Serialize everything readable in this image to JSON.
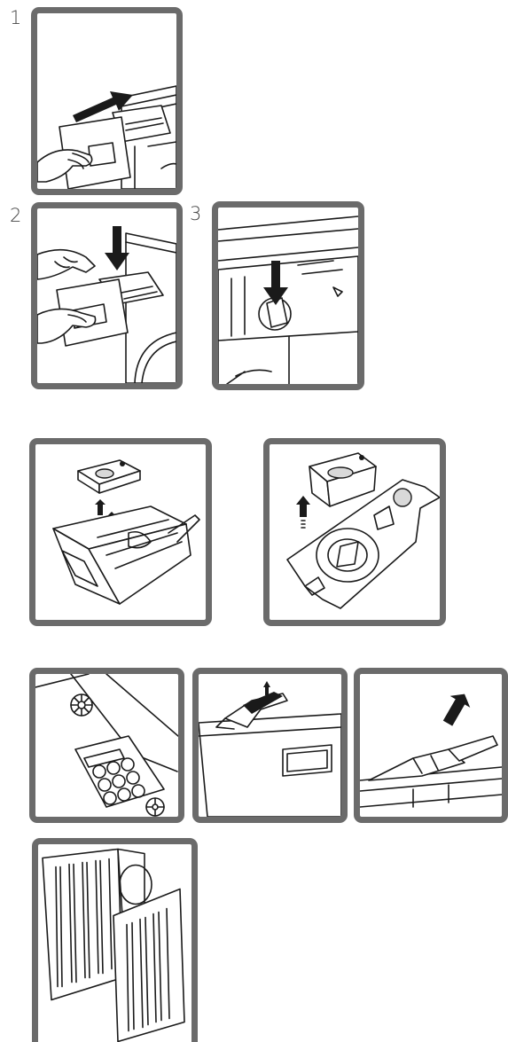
{
  "steps": {
    "s1": "1",
    "s2": "2",
    "s3": "3"
  },
  "icons": {
    "arrow": "arrow-icon"
  },
  "colors": {
    "frame": "#6b6b6b",
    "ink": "#1a1a1a"
  }
}
